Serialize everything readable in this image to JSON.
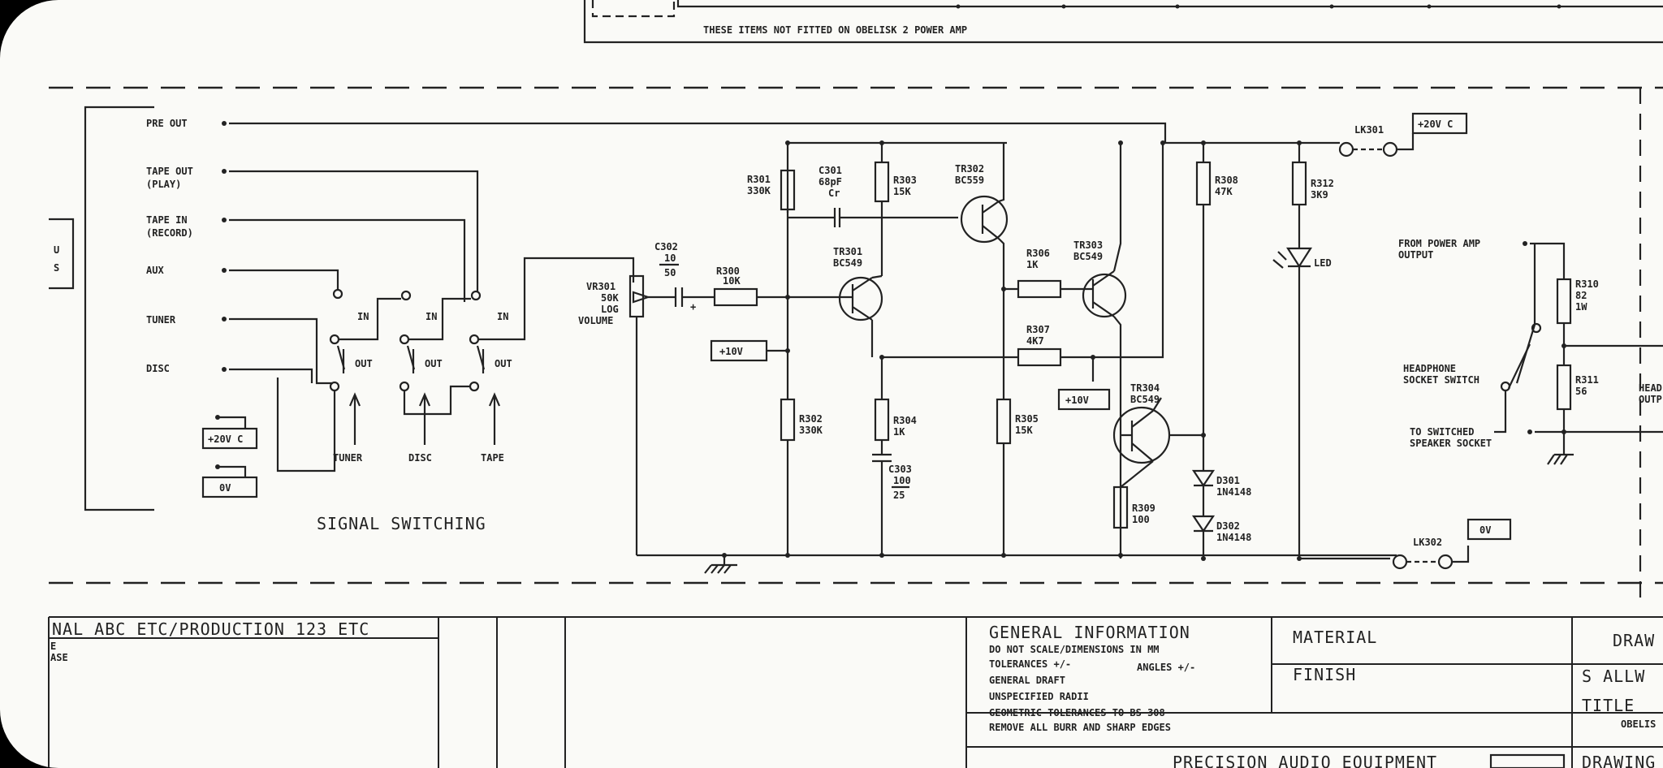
{
  "top_note": "THESE ITEMS NOT FITTED ON OBELISK 2 POWER AMP",
  "signal_switching": {
    "title": "SIGNAL SWITCHING",
    "outputs": [
      "PRE OUT",
      "TAPE OUT",
      "(PLAY)",
      "TAPE IN",
      "(RECORD)"
    ],
    "inputs": [
      "AUX",
      "TUNER",
      "DISC"
    ],
    "switch_in": "IN",
    "switch_out": "OUT",
    "switch_names": [
      "TUNER",
      "DISC",
      "TAPE"
    ],
    "rail_plus20": "+20V C",
    "rail_0v": "0V",
    "side_partial": [
      "U",
      "S"
    ]
  },
  "components": {
    "vr301": [
      "VR301",
      "50K",
      "LOG",
      "VOLUME"
    ],
    "c302": [
      "C302",
      "10",
      "50"
    ],
    "r300": [
      "R300",
      "10K"
    ],
    "r301": [
      "R301",
      "330K"
    ],
    "c301": [
      "C301",
      "68pF",
      "Cr"
    ],
    "r303": [
      "R303",
      "15K"
    ],
    "tr302": [
      "TR302",
      "BC559"
    ],
    "tr301": [
      "TR301",
      "BC549"
    ],
    "r306": [
      "R306",
      "1K"
    ],
    "tr303": [
      "TR303",
      "BC549"
    ],
    "r307": [
      "R307",
      "4K7"
    ],
    "r308": [
      "R308",
      "47K"
    ],
    "r312": [
      "R312",
      "3K9"
    ],
    "led": "LED",
    "lk301": "LK301",
    "lk301_rail": "+20V C",
    "plus10_a": "+10V",
    "plus10_b": "+10V",
    "r302": [
      "R302",
      "330K"
    ],
    "r304": [
      "R304",
      "1K"
    ],
    "c303": [
      "C303",
      "100",
      "25"
    ],
    "r305": [
      "R305",
      "15K"
    ],
    "tr304": [
      "TR304",
      "BC549"
    ],
    "r309": [
      "R309",
      "100"
    ],
    "d301": [
      "D301",
      "1N4148"
    ],
    "d302": [
      "D302",
      "1N4148"
    ],
    "lk302": "LK302",
    "lk302_rail": "0V"
  },
  "headphone": {
    "from_amp": [
      "FROM POWER AMP",
      "OUTPUT"
    ],
    "socket_switch": [
      "HEADPHONE",
      "SOCKET SWITCH"
    ],
    "switched": [
      "TO SWITCHED",
      "SPEAKER SOCKET"
    ],
    "r310": [
      "R310",
      "82",
      "1W"
    ],
    "r311": [
      "R311",
      "56"
    ],
    "partial": [
      "HEAD",
      "OUTP"
    ]
  },
  "title_block": {
    "heading": "NAL ABC ETC/PRODUCTION 123 ETC",
    "side_lines": [
      "E",
      "ASE"
    ],
    "general_info_title": "GENERAL INFORMATION",
    "general_info_lines": [
      "DO NOT SCALE/DIMENSIONS IN MM",
      "TOLERANCES +/-",
      "ANGLES +/-",
      "GENERAL DRAFT",
      "UNSPECIFIED RADII",
      "GEOMETRIC TOLERANCES TO BS 308",
      "REMOVE ALL BURR AND SHARP EDGES"
    ],
    "material": "MATERIAL",
    "finish": "FINISH",
    "drawn": "DRAW",
    "drawn_by": "S ALLW",
    "title": "TITLE",
    "title_value": "OBELIS",
    "company": "PRECISION AUDIO EQUIPMENT",
    "drawing_no": "DRAWING"
  }
}
